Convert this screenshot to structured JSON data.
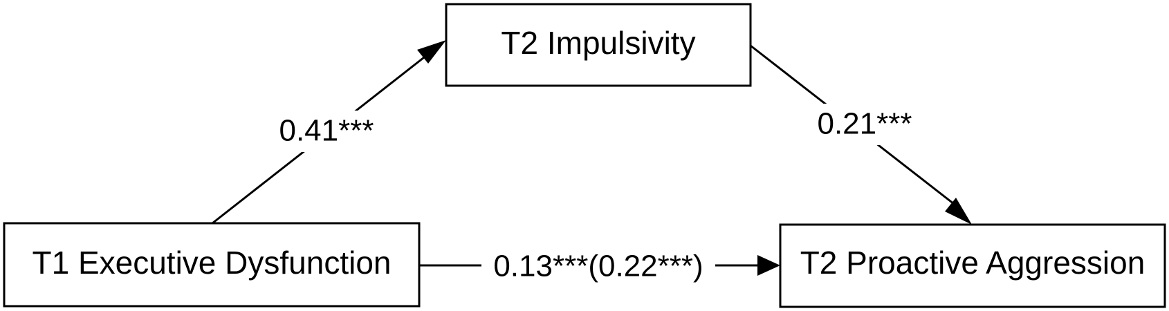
{
  "nodes": {
    "impulsivity": {
      "label": "T2 Impulsivity"
    },
    "executive": {
      "label": "T1 Executive Dysfunction"
    },
    "aggression": {
      "label": "T2 Proactive Aggression"
    }
  },
  "paths": {
    "a": {
      "coefficient": "0.41***"
    },
    "b": {
      "coefficient": "0.21***"
    },
    "c": {
      "coefficient": "0.13***(0.22***)"
    }
  }
}
